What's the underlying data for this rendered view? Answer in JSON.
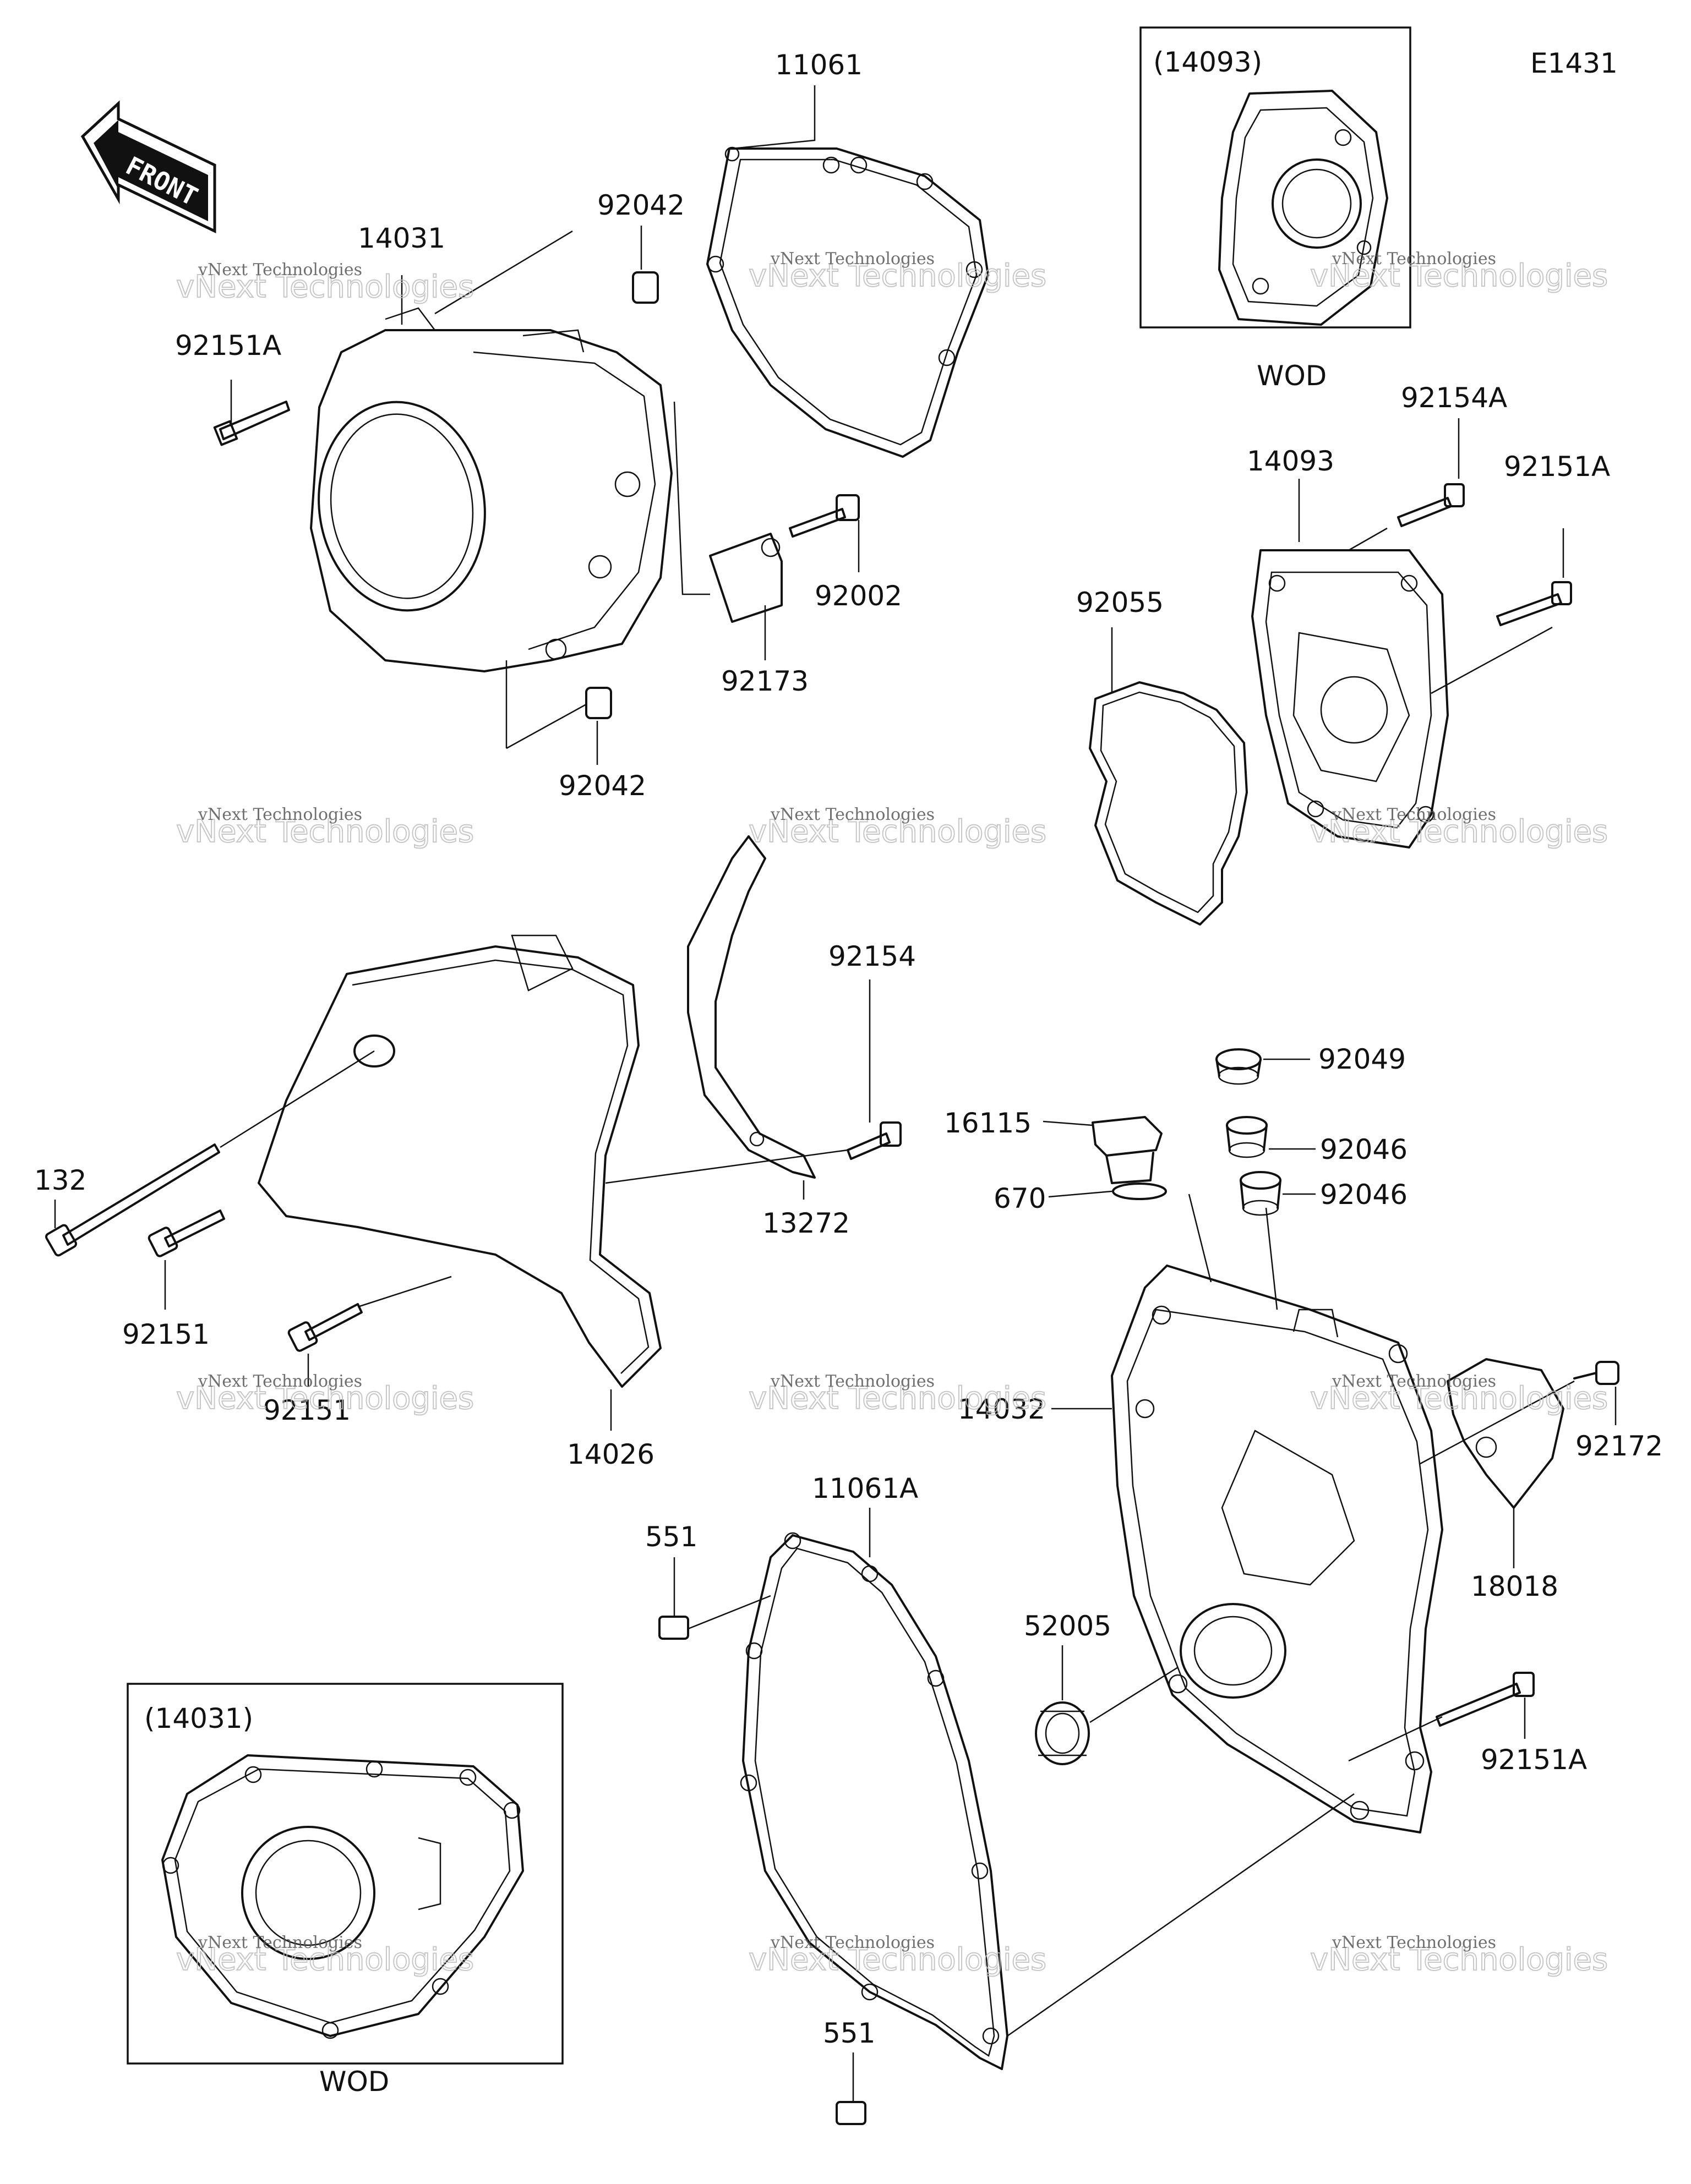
{
  "diagram_code": "E1431",
  "front_label": "FRONT",
  "watermark": {
    "line1": "vNext Technologies",
    "line2": "vNext Technologies"
  },
  "inset_boxes": [
    {
      "ref": "(14093)",
      "note": "WOD"
    },
    {
      "ref": "(14031)",
      "note": "WOD"
    }
  ],
  "callouts": [
    {
      "id": "c1",
      "text": "11061"
    },
    {
      "id": "c2",
      "text": "92042"
    },
    {
      "id": "c3",
      "text": "14031"
    },
    {
      "id": "c4",
      "text": "92151A"
    },
    {
      "id": "c5",
      "text": "92002"
    },
    {
      "id": "c6",
      "text": "92173"
    },
    {
      "id": "c7",
      "text": "92042"
    },
    {
      "id": "c8",
      "text": "92154A"
    },
    {
      "id": "c9",
      "text": "14093"
    },
    {
      "id": "c10",
      "text": "92151A"
    },
    {
      "id": "c11",
      "text": "92055"
    },
    {
      "id": "c12",
      "text": "92154"
    },
    {
      "id": "c13",
      "text": "132"
    },
    {
      "id": "c14",
      "text": "13272"
    },
    {
      "id": "c15",
      "text": "92151"
    },
    {
      "id": "c16",
      "text": "92151"
    },
    {
      "id": "c17",
      "text": "14026"
    },
    {
      "id": "c18",
      "text": "92049"
    },
    {
      "id": "c19",
      "text": "16115"
    },
    {
      "id": "c20",
      "text": "92046"
    },
    {
      "id": "c21",
      "text": "670"
    },
    {
      "id": "c22",
      "text": "92046"
    },
    {
      "id": "c23",
      "text": "14032"
    },
    {
      "id": "c24",
      "text": "92172"
    },
    {
      "id": "c25",
      "text": "11061A"
    },
    {
      "id": "c26",
      "text": "551"
    },
    {
      "id": "c27",
      "text": "18018"
    },
    {
      "id": "c28",
      "text": "52005"
    },
    {
      "id": "c29",
      "text": "92151A"
    },
    {
      "id": "c30",
      "text": "551"
    }
  ]
}
